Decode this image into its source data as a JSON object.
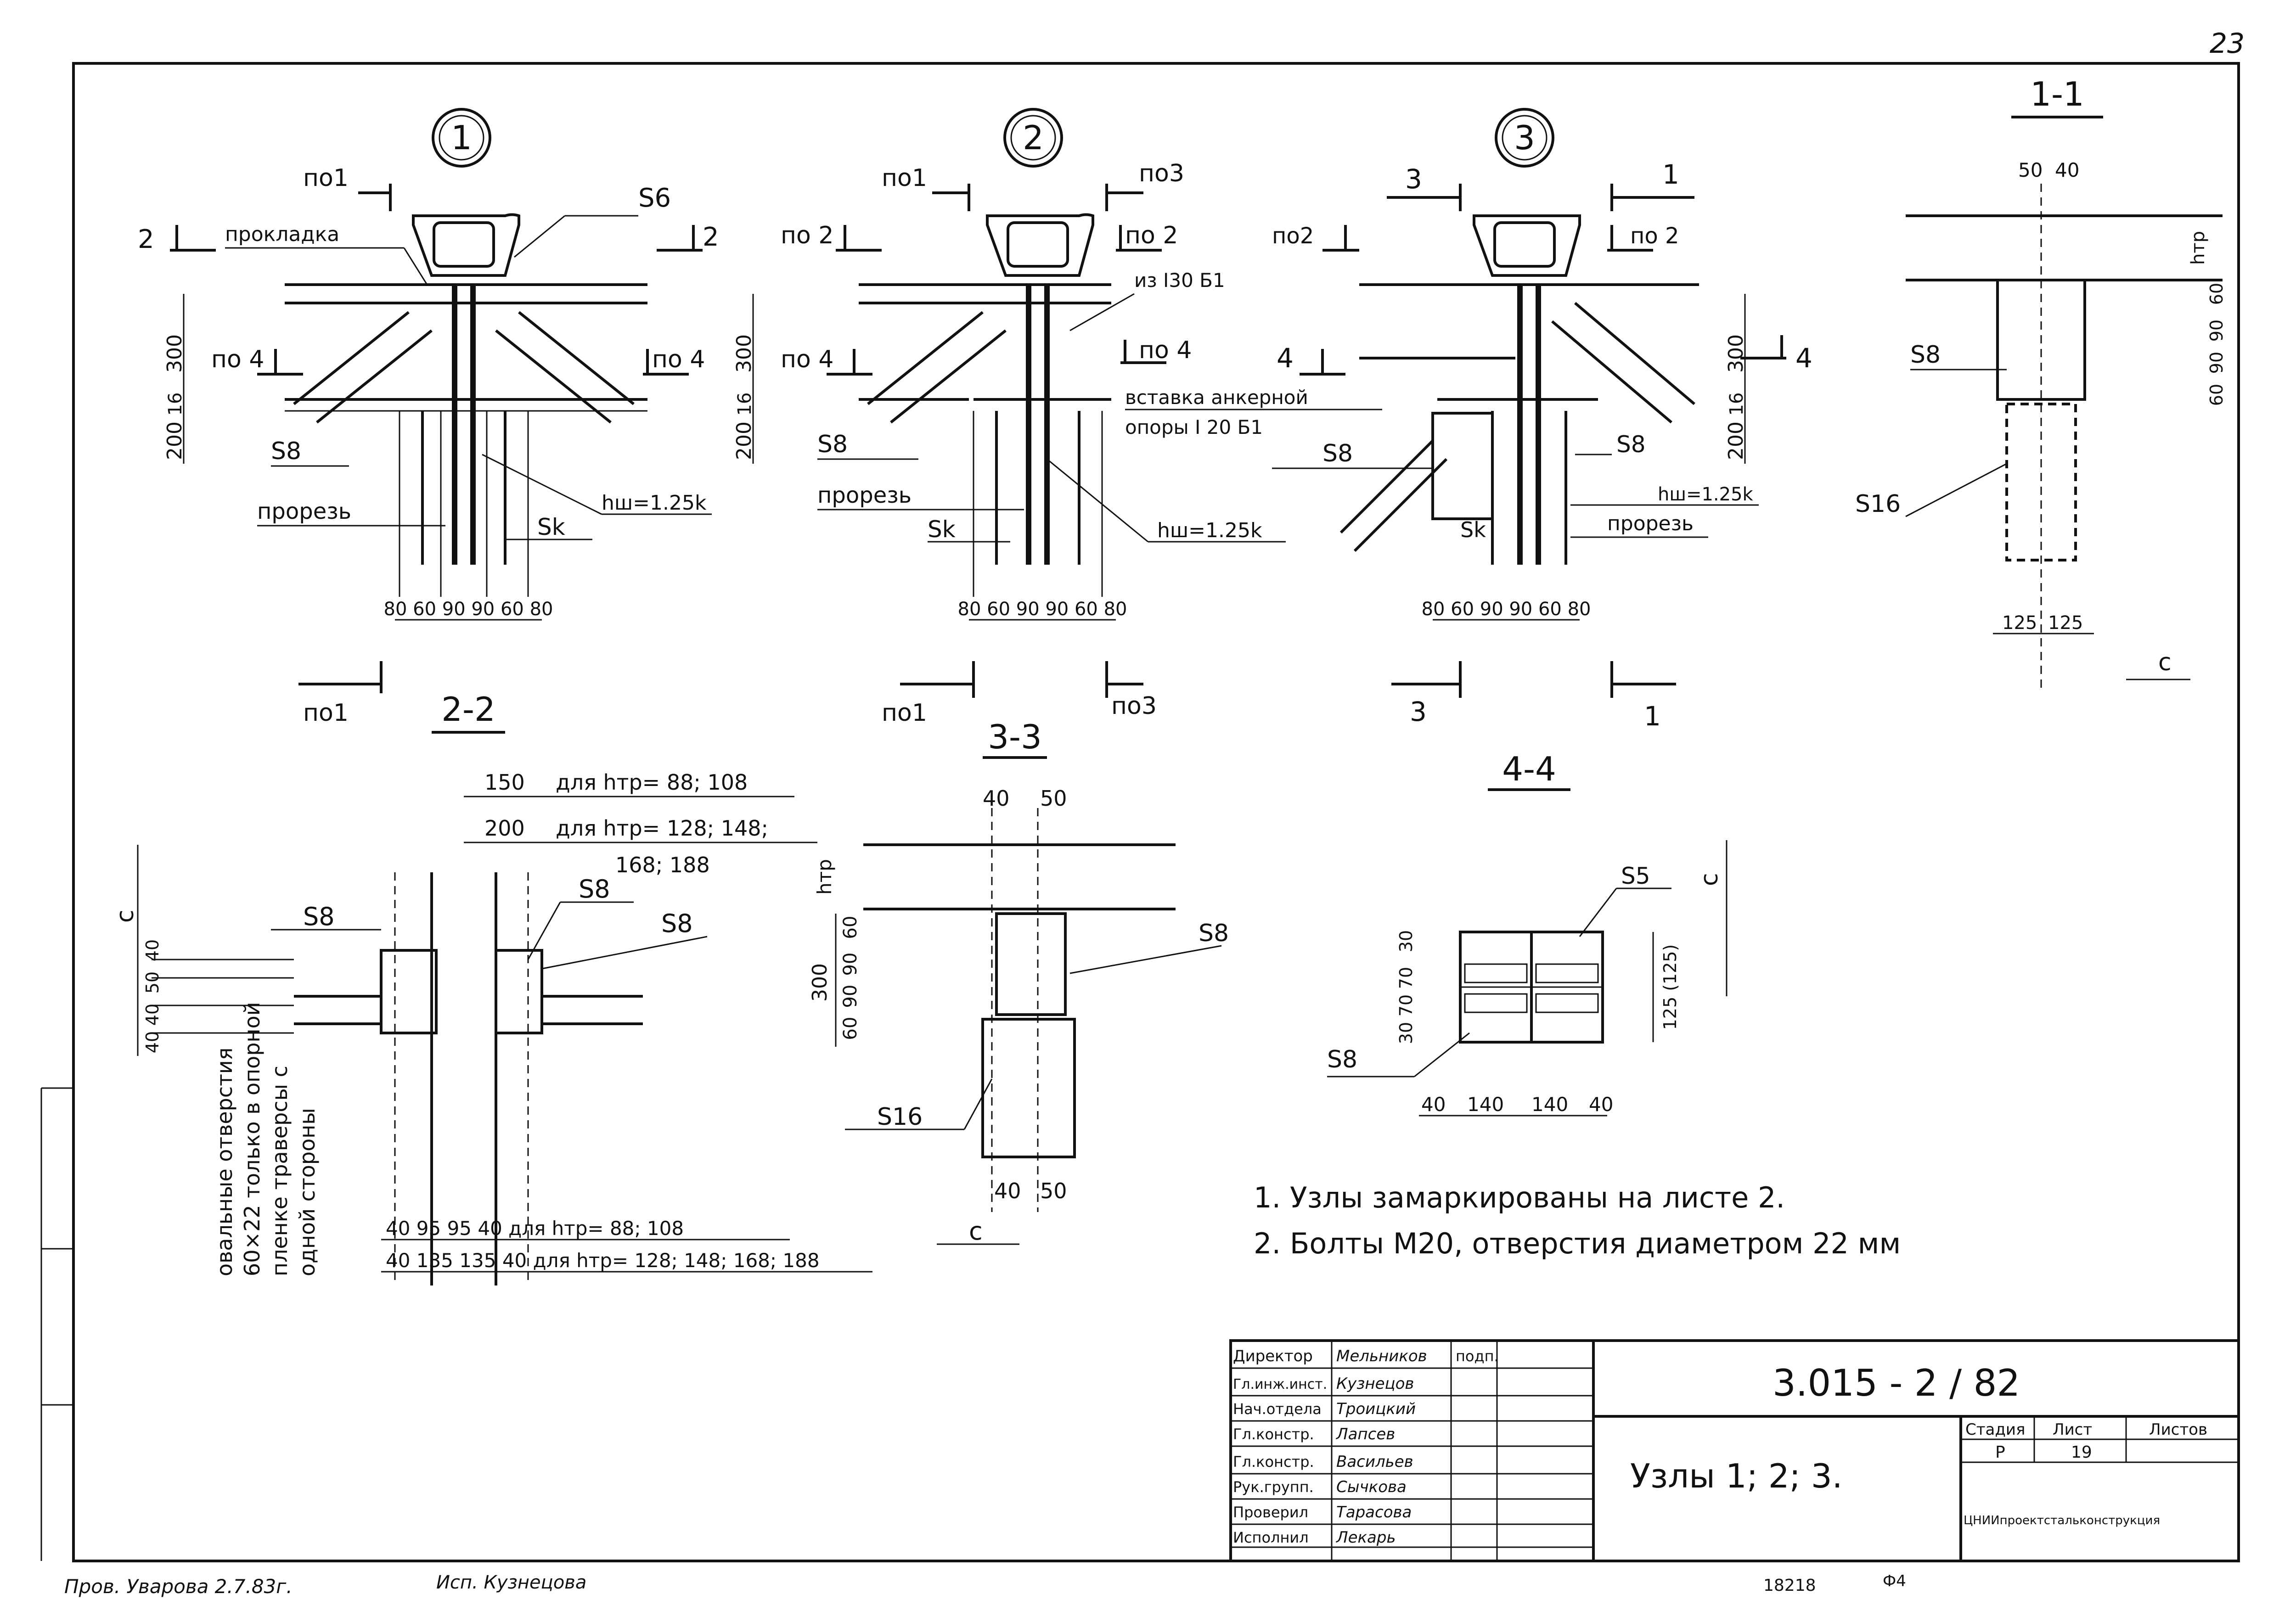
{
  "sheet_number": "23",
  "nodes": {
    "n1": {
      "circle": "1",
      "section_2_left": "2",
      "section_2_right": "2",
      "lbl_pn1": "по1",
      "lbl_pn1_b": "по1",
      "lbl_pn4_l": "по 4",
      "lbl_pn4_r": "по 4",
      "pad": "прокладка",
      "s6": "S6",
      "s8": "S8",
      "cut": "прорезь",
      "sk": "Sk",
      "hw": "hш=1.25k",
      "dim_v": [
        "300",
        "16",
        "200"
      ],
      "dim_h": "80 60 90 90 60 80"
    },
    "n2": {
      "circle": "2",
      "lbl_pn1": "по1",
      "lbl_pn3": "по3",
      "lbl_pn2_l": "по 2",
      "lbl_pn2_r": "по 2",
      "lbl_pn4_l": "по 4",
      "lbl_pn4_r": "по 4",
      "lbl_pn1_b": "по1",
      "lbl_pn3_b": "по3",
      "from": "из I30 Б1",
      "insert1": "вставка анкерной",
      "insert2": "опоры I 20 Б1",
      "s8": "S8",
      "cut": "прорезь",
      "sk": "Sk",
      "hw": "hш=1.25k",
      "dim_v": [
        "300",
        "16",
        "200"
      ],
      "dim_h": "80 60 90 90 60 80"
    },
    "n3": {
      "circle": "3",
      "sec3_top": "3",
      "sec1_top": "1",
      "sec3_bot": "3",
      "sec1_bot": "1",
      "lbl_pn2_l": "по2",
      "lbl_pn2_r": "по 2",
      "sec4_l": "4",
      "sec4_r": "4",
      "s8_l": "S8",
      "s8_r": "S8",
      "hw": "hш=1.25k",
      "cut": "прорезь",
      "sk": "Sk",
      "dim_v": [
        "300",
        "16",
        "200"
      ],
      "dim_h": "80 60 90 90 60 80"
    },
    "sec11": {
      "title": "1-1",
      "dims_top": [
        "50",
        "40"
      ],
      "s8": "S8",
      "s16": "S16",
      "dims_bottom": [
        "125",
        "125"
      ],
      "c": "c",
      "htp": "hтр",
      "dims_side": [
        "60",
        "90",
        "90",
        "60"
      ]
    }
  },
  "sections": {
    "s22": {
      "title": "2-2",
      "d150": "150",
      "d150_note": "для hтр= 88; 108",
      "d200": "200",
      "d200_note": "для hтр= 128; 148;",
      "d200_note2": "168; 188",
      "s8_a": "S8",
      "s8_b": "S8",
      "s8_c": "S8",
      "c": "c",
      "dims_v": [
        "40",
        "40",
        "50",
        "40"
      ],
      "vnote": [
        "овальные отверстия",
        "60×22 только в опорной",
        "пленке траверсы с",
        "одной стороны"
      ],
      "bottom1": "40 95 95 40 для hтр= 88; 108",
      "bottom2": "40 135 135 40 для hтр= 128; 148; 168; 188"
    },
    "s33": {
      "title": "3-3",
      "dtop": [
        "40",
        "50"
      ],
      "htp": "hтр",
      "s8": "S8",
      "s16": "S16",
      "dims_v": [
        "60",
        "90",
        "90",
        "60"
      ],
      "d300": "300",
      "dbottom": [
        "40",
        "50"
      ],
      "c": "c"
    },
    "s44": {
      "title": "4-4",
      "s5": "S5",
      "s8": "S8",
      "c": "c",
      "dims_v": [
        "30",
        "70",
        "70",
        "30"
      ],
      "d125": "125 (125)",
      "dims_h": [
        "40",
        "140",
        "140",
        "40"
      ]
    }
  },
  "notes": [
    "1. Узлы замаркированы на листе 2.",
    "2. Болты М20, отверстия диаметром 22 мм"
  ],
  "title_block": {
    "roles": [
      "Директор",
      "Гл.инж.инст.",
      "Нач.отдела",
      "Гл.констр.",
      "Гл.констр.",
      "Рук.групп.",
      "Проверил",
      "Исполнил"
    ],
    "names": [
      "Мельников",
      "Кузнецов",
      "Троицкий",
      "Лапсев",
      "Васильев",
      "Сычкова",
      "Тарасова",
      "Лекарь"
    ],
    "sign_header": "подп.",
    "doc_code": "3.015 - 2 / 82",
    "drawing_title": "Узлы 1; 2; 3.",
    "col_stage": "Стадия",
    "col_sheet": "Лист",
    "col_sheets": "Листов",
    "val_stage": "Р",
    "val_sheet": "19",
    "org": "ЦНИИпроектстальконструкция"
  },
  "footer": {
    "left": "Пров. Уварова  2.7.83г.",
    "mid": "Исп. Кузнецова",
    "inv": "18218",
    "fmt": "Ф4"
  }
}
